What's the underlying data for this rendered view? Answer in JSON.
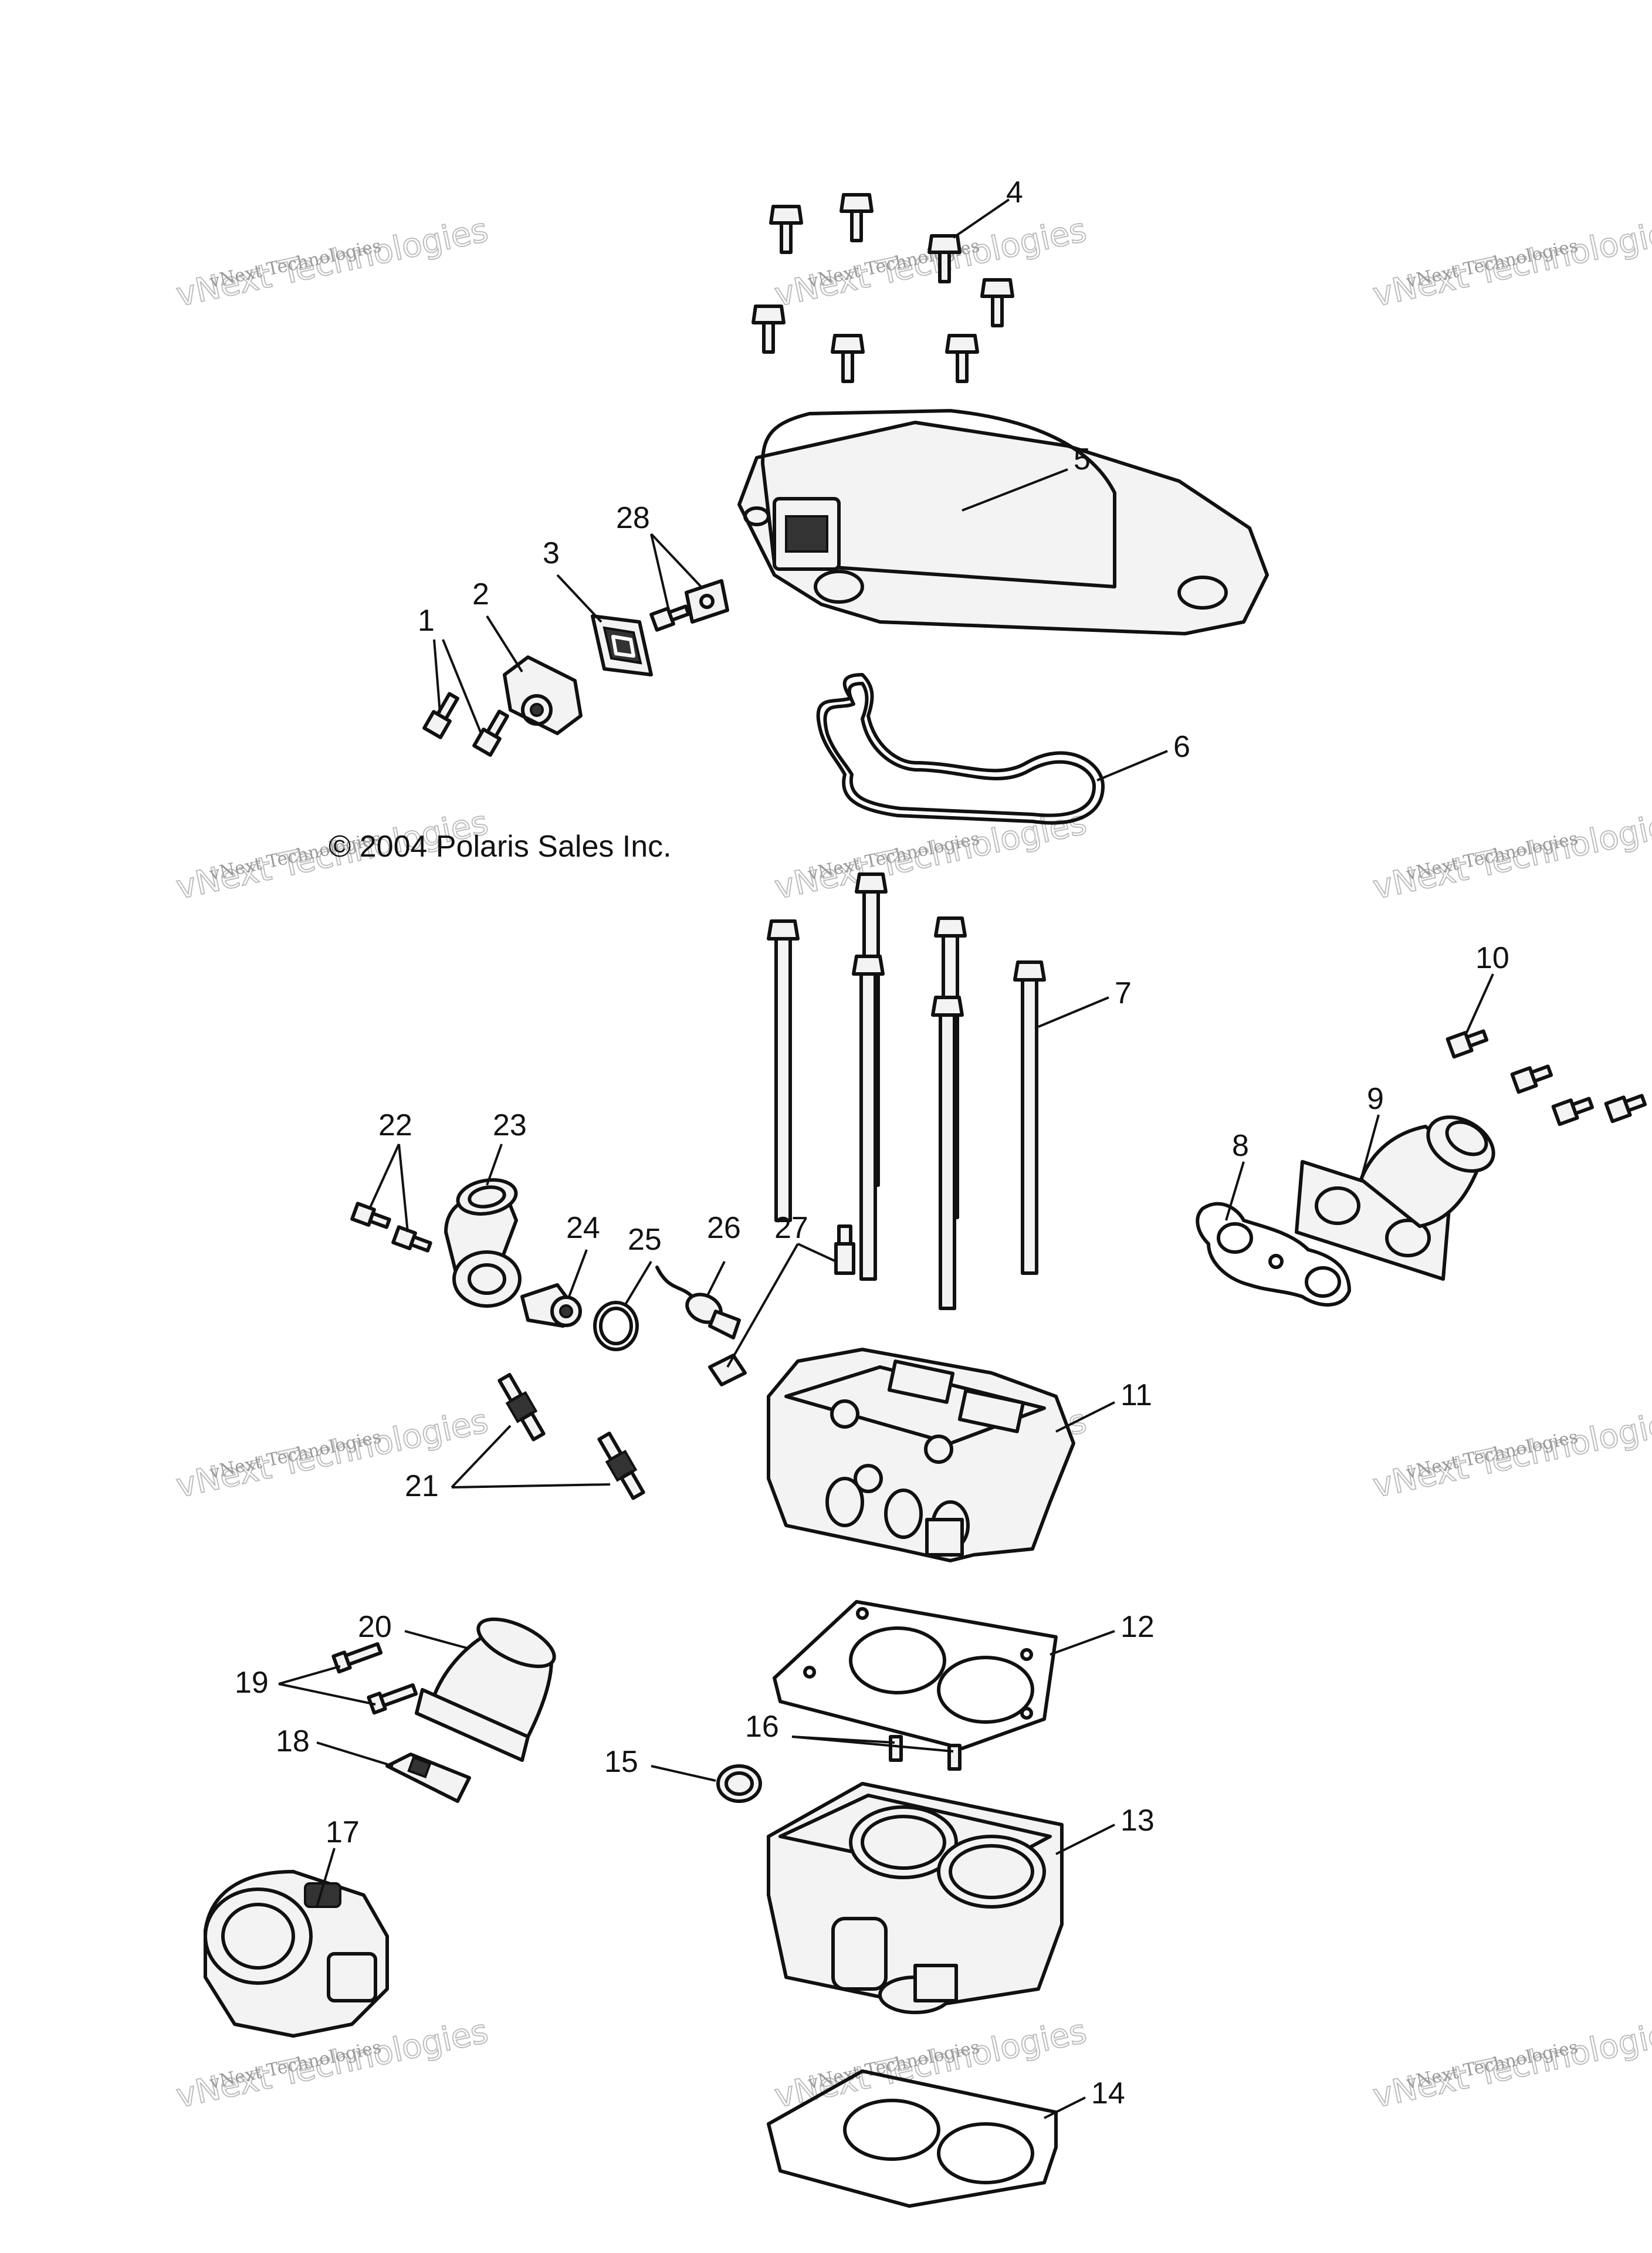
{
  "copyright": "© 2004 Polaris Sales Inc.",
  "watermark": {
    "line1": "vNext Technologies",
    "line2": "vNext Technologies"
  },
  "callouts": [
    {
      "id": "1",
      "text": "1"
    },
    {
      "id": "2",
      "text": "2"
    },
    {
      "id": "3",
      "text": "3"
    },
    {
      "id": "4",
      "text": "4"
    },
    {
      "id": "5",
      "text": "5"
    },
    {
      "id": "6",
      "text": "6"
    },
    {
      "id": "7",
      "text": "7"
    },
    {
      "id": "8",
      "text": "8"
    },
    {
      "id": "9",
      "text": "9"
    },
    {
      "id": "10",
      "text": "10"
    },
    {
      "id": "11",
      "text": "11"
    },
    {
      "id": "12",
      "text": "12"
    },
    {
      "id": "13",
      "text": "13"
    },
    {
      "id": "14",
      "text": "14"
    },
    {
      "id": "15",
      "text": "15"
    },
    {
      "id": "16",
      "text": "16"
    },
    {
      "id": "17",
      "text": "17"
    },
    {
      "id": "18",
      "text": "18"
    },
    {
      "id": "19",
      "text": "19"
    },
    {
      "id": "20",
      "text": "20"
    },
    {
      "id": "21",
      "text": "21"
    },
    {
      "id": "22",
      "text": "22"
    },
    {
      "id": "23",
      "text": "23"
    },
    {
      "id": "24",
      "text": "24"
    },
    {
      "id": "25",
      "text": "25"
    },
    {
      "id": "26",
      "text": "26"
    },
    {
      "id": "27",
      "text": "27"
    },
    {
      "id": "28",
      "text": "28"
    }
  ]
}
